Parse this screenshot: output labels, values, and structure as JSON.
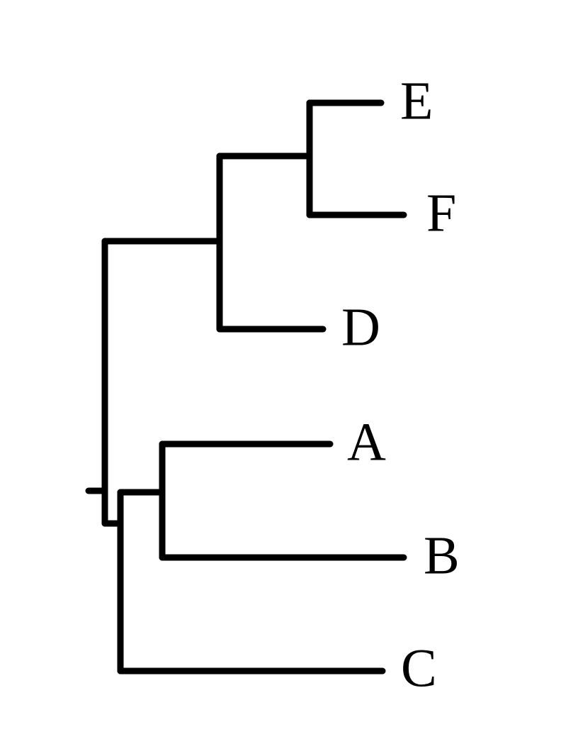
{
  "tree": {
    "taxa": [
      "E",
      "F",
      "D",
      "A",
      "B",
      "C"
    ],
    "stroke_color": "#000000",
    "background_color": "#ffffff"
  }
}
